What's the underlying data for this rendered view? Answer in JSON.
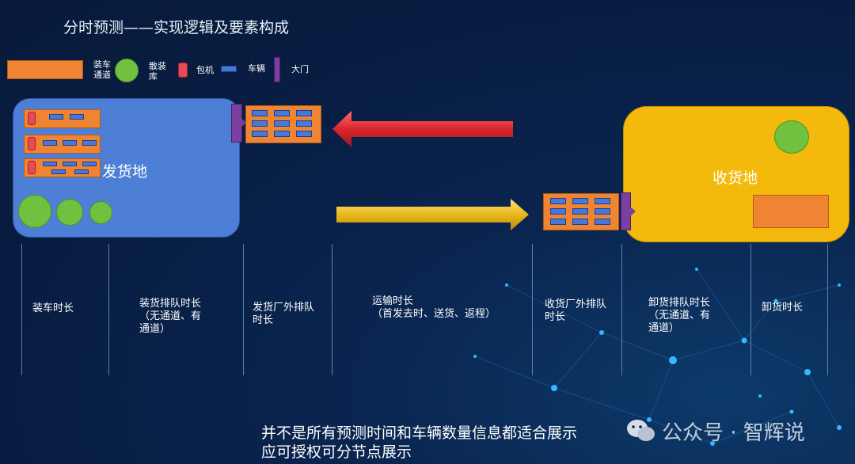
{
  "title": "分时预测——实现逻辑及要素构成",
  "legend": {
    "channel_label": "装车\n通道",
    "warehouse_label": "散装\n库",
    "package_label": "包机",
    "vehicle_label": "车辆",
    "gate_label": "大门"
  },
  "regions": {
    "send_label": "发货地",
    "receive_label": "收货地"
  },
  "timeline": {
    "cols": [
      "装车时长",
      "装货排队时长\n（无通道、有\n通道）",
      "发货厂外排队\n时长",
      "运输时长\n（首发去时、送货、返程）",
      "收货厂外排队\n时长",
      "卸货排队时长\n（无通道、有\n通道）",
      "卸货时长"
    ]
  },
  "footer": "并不是所有预测时间和车辆数量信息都适合展示\n应可授权可分节点展示",
  "watermark": "公众号 · 智辉说",
  "colors": {
    "channel": "#ef8533",
    "warehouse": "#6fc13f",
    "package": "#e84a55",
    "vehicle": "#4a78d8",
    "gate": "#7b3fa0",
    "send_region": "#4e7fd6",
    "receive_region": "#f3b90c"
  }
}
